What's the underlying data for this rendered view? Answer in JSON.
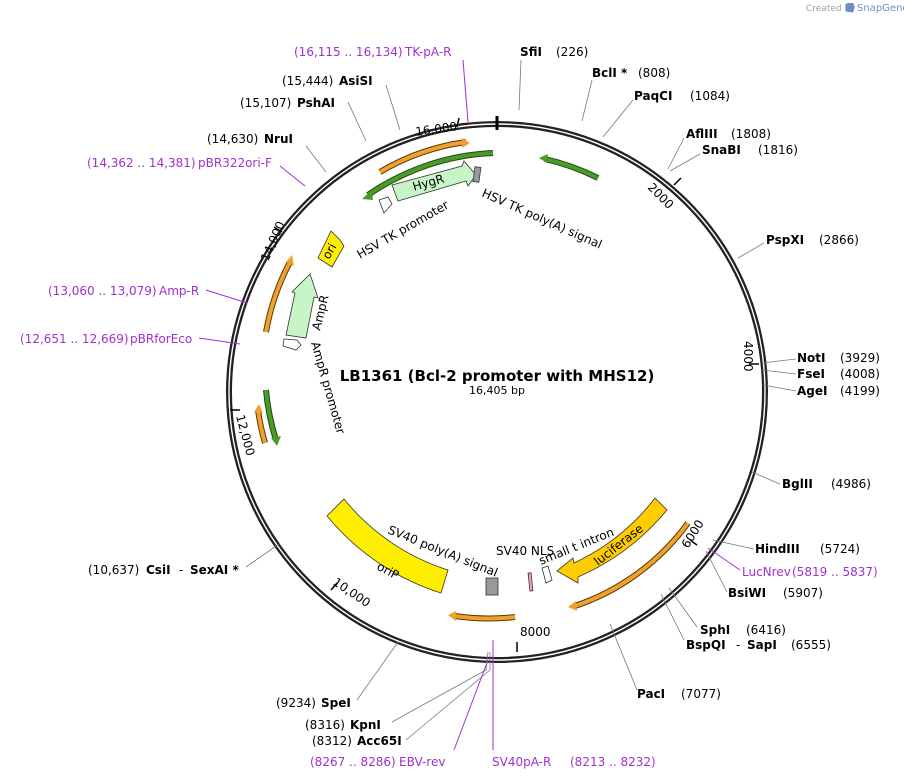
{
  "map": {
    "name": "LB1361 (Bcl-2 promoter with MHS12)",
    "length_text": "16,405 bp",
    "credit_prefix": "Created by",
    "credit_brand": "SnapGene"
  },
  "ticks": [
    "16,000",
    "2000",
    "4000",
    "6000",
    "8000",
    "10,000",
    "12,000",
    "14,000"
  ],
  "enzymes": [
    {
      "name": "SfiI",
      "pos": "(226)"
    },
    {
      "name": "BclI *",
      "pos": "(808)"
    },
    {
      "name": "PaqCI",
      "pos": "(1084)"
    },
    {
      "name": "AflIII",
      "pos": "(1808)"
    },
    {
      "name": "SnaBI",
      "pos": "(1816)"
    },
    {
      "name": "PspXI",
      "pos": "(2866)"
    },
    {
      "name": "NotI",
      "pos": "(3929)"
    },
    {
      "name": "FseI",
      "pos": "(4008)"
    },
    {
      "name": "AgeI",
      "pos": "(4199)"
    },
    {
      "name": "BglII",
      "pos": "(4986)"
    },
    {
      "name": "HindIII",
      "pos": "(5724)"
    },
    {
      "name": "BsiWI",
      "pos": "(5907)"
    },
    {
      "name": "SphI",
      "pos": "(6416)"
    },
    {
      "name": "BspQI",
      "pos": ""
    },
    {
      "name": "SapI",
      "pos": "(6555)"
    },
    {
      "name": "PacI",
      "pos": "(7077)"
    },
    {
      "name": "SpeI",
      "pos": "(9234)"
    },
    {
      "name": "KpnI",
      "pos": "(8316)"
    },
    {
      "name": "Acc65I",
      "pos": "(8312)"
    },
    {
      "name": "CsiI",
      "pos": "(10,637)"
    },
    {
      "name": "SexAI *",
      "pos": ""
    },
    {
      "name": "NruI",
      "pos": "(14,630)"
    },
    {
      "name": "PshAI",
      "pos": "(15,107)"
    },
    {
      "name": "AsiSI",
      "pos": "(15,444)"
    }
  ],
  "primers": [
    {
      "name": "TK-pA-R",
      "pos": "(16,115 .. 16,134)"
    },
    {
      "name": "pBR322ori-F",
      "pos": "(14,362 .. 14,381)"
    },
    {
      "name": "Amp-R",
      "pos": "(13,060 .. 13,079)"
    },
    {
      "name": "pBRforEco",
      "pos": "(12,651 .. 12,669)"
    },
    {
      "name": "LucNrev",
      "pos": "(5819 .. 5837)"
    },
    {
      "name": "EBV-rev",
      "pos": "(8267 .. 8286)"
    },
    {
      "name": "SV40pA-R",
      "pos": "(8213 .. 8232)"
    }
  ],
  "features": [
    {
      "name": "HygR",
      "color": "#c8f5c8"
    },
    {
      "name": "HSV TK promoter",
      "color": "#ffffff"
    },
    {
      "name": "HSV TK poly(A) signal",
      "color": "#999999"
    },
    {
      "name": "ori",
      "color": "#ffee00"
    },
    {
      "name": "AmpR",
      "color": "#c8f5c8"
    },
    {
      "name": "AmpR promoter",
      "color": "#ffffff"
    },
    {
      "name": "oriP",
      "color": "#ffee00"
    },
    {
      "name": "SV40 poly(A) signal",
      "color": "#999999"
    },
    {
      "name": "SV40 NLS",
      "color": "#ff99cc"
    },
    {
      "name": "small t intron",
      "color": "#ffffff"
    },
    {
      "name": "luciferase",
      "color": "#ffcc00"
    }
  ],
  "colors": {
    "orf_orange": "#f0a030",
    "orf_green": "#4a9a2a",
    "primer": "#a030d0"
  }
}
